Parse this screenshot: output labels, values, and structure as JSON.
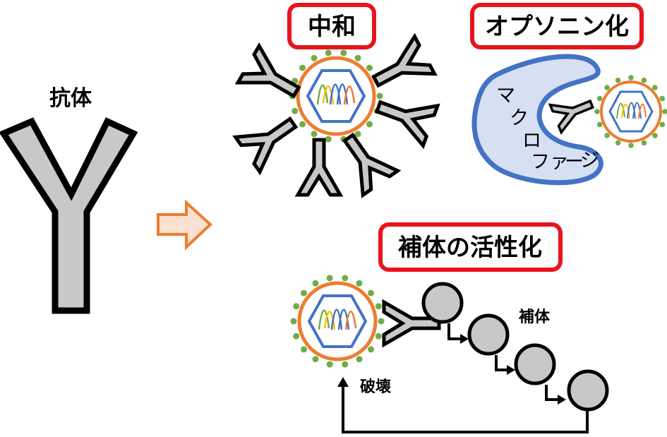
{
  "antibody_label": "抗体",
  "titles": {
    "neutralization": "中和",
    "opsonization": "オプソニン化",
    "complement_activation": "補体の活性化"
  },
  "macrophage_label": [
    "マ",
    "ク",
    "ロ",
    "ファ",
    "ー",
    "ジ"
  ],
  "complement_label": "補体",
  "destruction_label": "破壊",
  "colors": {
    "title_border": "#e8141c",
    "virus_envelope": "#ed7d31",
    "virus_spike": "#70ad47",
    "capsid": "#4472c4",
    "macrophage_fill": "#d6e0f2",
    "macrophage_border": "#4472c4",
    "antibody_fill": "#c8c8c8",
    "arrow_fill": "#fbe1d1",
    "arrow_stroke": "#ed7d31",
    "complement_fill": "#c8c8c8"
  }
}
